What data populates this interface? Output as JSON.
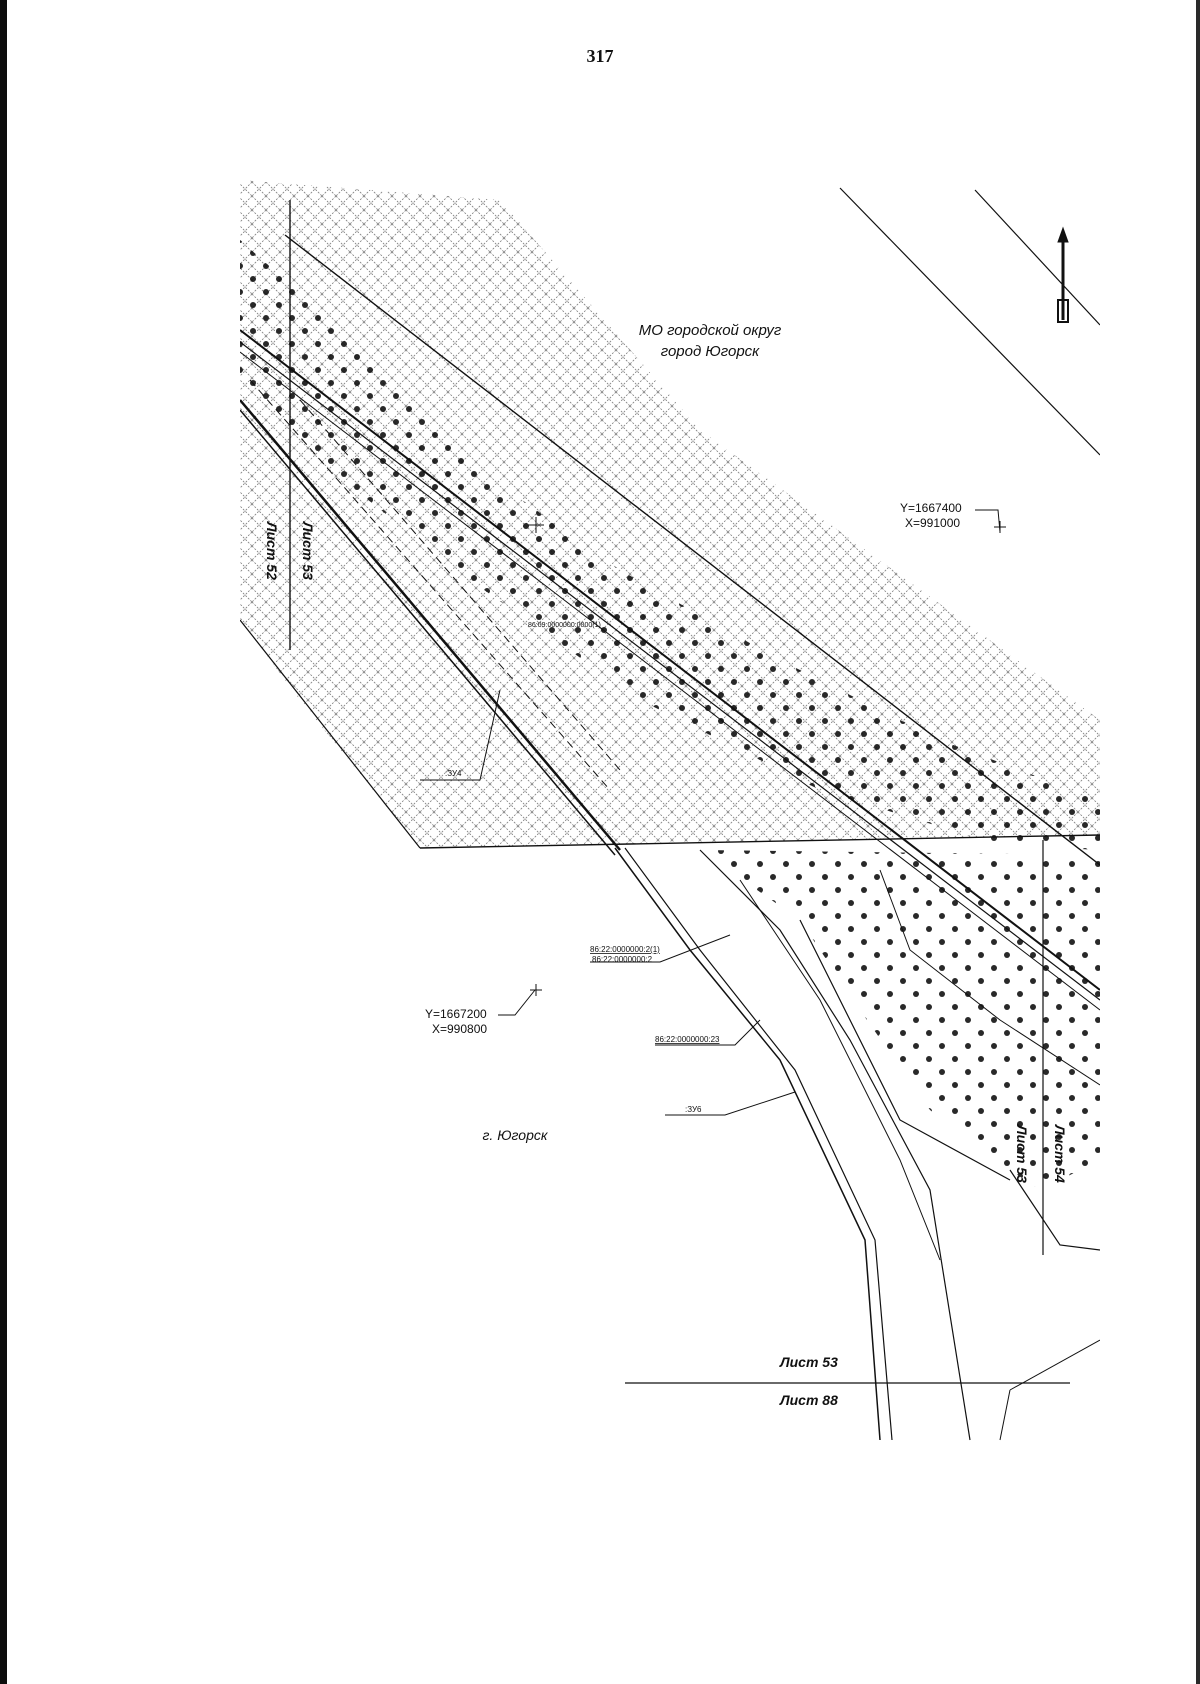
{
  "page": {
    "number": "317"
  },
  "map": {
    "area_label_line1": "МО городской округ",
    "area_label_line2": "город Югорск",
    "city_label": "г. Югорск",
    "coord_ne": {
      "y": "Y=1667400",
      "x": "X=991000"
    },
    "coord_sw": {
      "y": "Y=1667200",
      "x": "X=990800"
    },
    "sheets": {
      "list52": "Лист 52",
      "list53_top": "Лист 53",
      "list53_right": "Лист 53",
      "list54": "Лист 54",
      "list53_bottom": "Лист 53",
      "list88": "Лист 88"
    },
    "parcels": {
      "p1": "86:09:0000000:0000(1)",
      "p2_top": "86:22:0000000:2(1)",
      "p2_bottom": "86:22:0000000:2",
      "p3": "86:22:0000000:23",
      "zu4": ":ЗУ4",
      "zu6": ":ЗУ6"
    },
    "north_arrow": "north-arrow-icon",
    "colors": {
      "ink": "#111111",
      "hatch": "#6a6a6a"
    }
  }
}
